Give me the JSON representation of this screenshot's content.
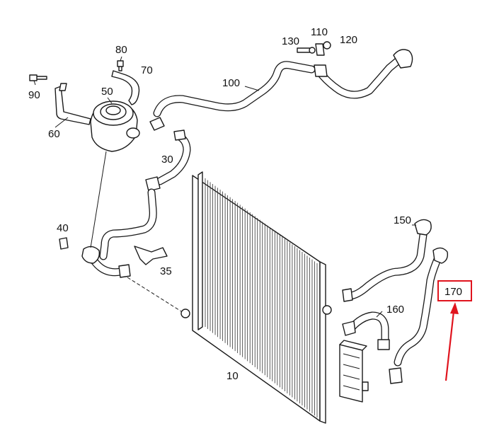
{
  "parts": {
    "p10": "10",
    "p30": "30",
    "p35": "35",
    "p40": "40",
    "p50": "50",
    "p60": "60",
    "p70": "70",
    "p80": "80",
    "p90": "90",
    "p100": "100",
    "p110": "110",
    "p120": "120",
    "p130": "130",
    "p150": "150",
    "p160": "160",
    "p170": "170"
  },
  "highlight": {
    "part": "170",
    "color": "#e0141e"
  },
  "colors": {
    "line": "#1a1a1a",
    "background": "#ffffff"
  }
}
